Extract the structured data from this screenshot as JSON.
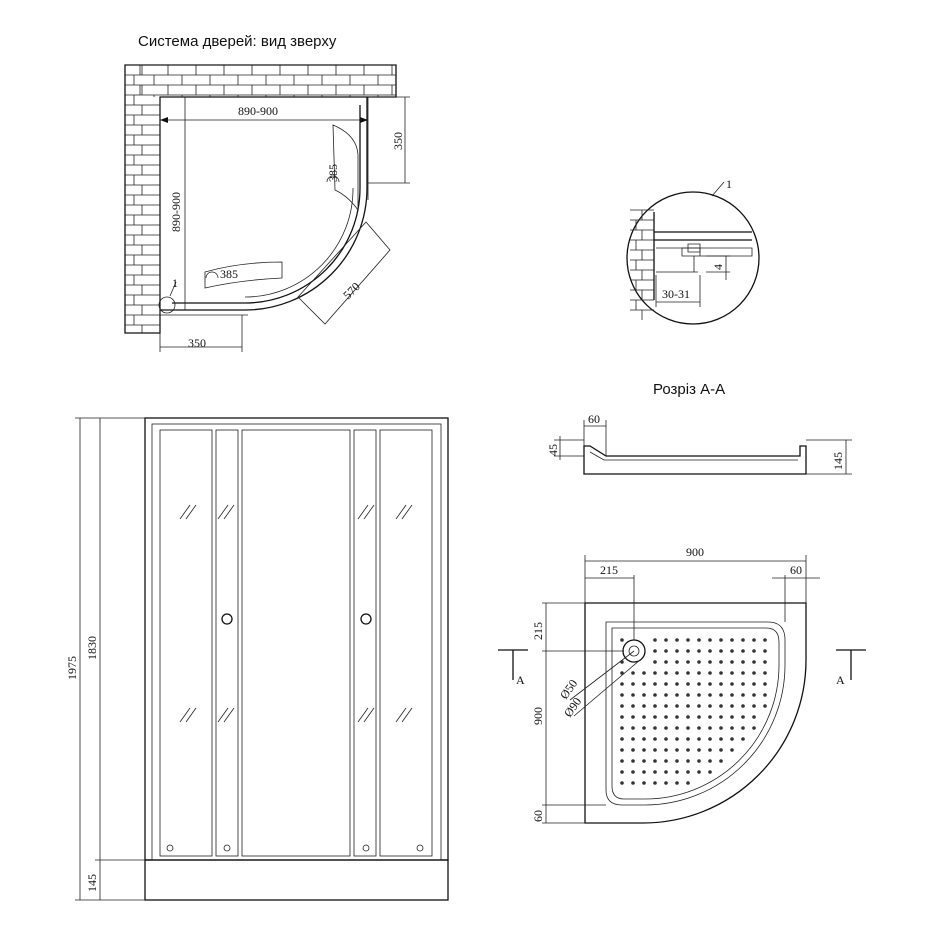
{
  "top_view": {
    "title": "Система дверей: вид зверху",
    "width_dim": "890-900",
    "height_dim": "890-900",
    "door_width_right": "350",
    "door_width_bottom": "350",
    "radius_right": "385",
    "radius_bottom": "385",
    "opening": "570",
    "callout": "1"
  },
  "detail": {
    "callout": "1",
    "dim_height": "4",
    "dim_width": "30-31"
  },
  "section": {
    "title": "Розріз А-А",
    "dim_60": "60",
    "dim_45": "45",
    "dim_145": "145"
  },
  "front_view": {
    "total_height": "1975",
    "cabin_height": "1830",
    "tray_height": "145"
  },
  "tray_plan": {
    "width": "900",
    "offset_215_h": "215",
    "rim_60_h": "60",
    "offset_215_v": "215",
    "depth": "900",
    "rim_60_v": "60",
    "drain_50": "Ø50",
    "drain_90": "Ø90",
    "section_left": "A",
    "section_right": "A"
  }
}
